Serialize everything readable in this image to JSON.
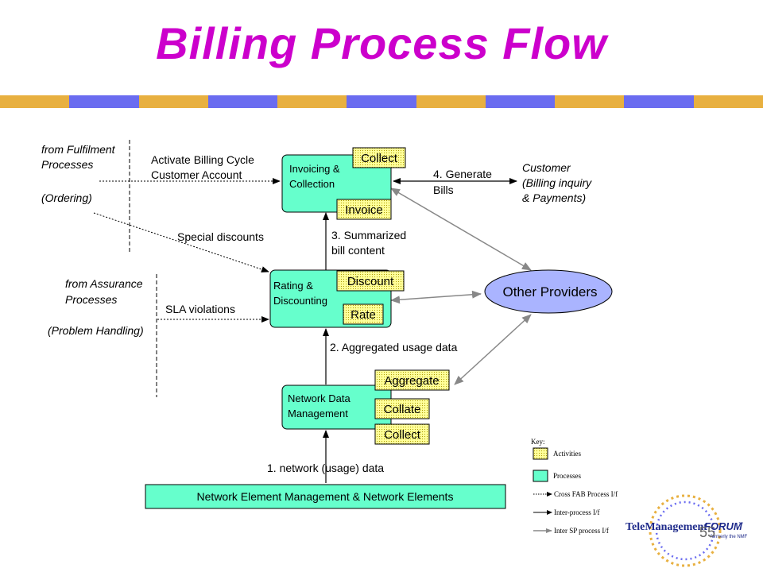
{
  "title": "Billing Process Flow",
  "colors": {
    "title": "#cc00cc",
    "process": "#66ffcc",
    "activity": "#ffff99",
    "provider": "#aab4ff",
    "stripe_gold": "#e8b040",
    "stripe_blue": "#6a6cf0"
  },
  "processes": {
    "invoicing": [
      "Invoicing &",
      "Collection"
    ],
    "rating": [
      "Rating &",
      "Discounting"
    ],
    "ndm": [
      "Network Data",
      "Management"
    ],
    "nem": "Network Element Management & Network Elements"
  },
  "activities": {
    "collect_top": "Collect",
    "invoice": "Invoice",
    "discount": "Discount",
    "rate": "Rate",
    "aggregate": "Aggregate",
    "collate": "Collate",
    "collect_bottom": "Collect"
  },
  "provider": "Other Providers",
  "sources": {
    "fulfilment": [
      "from Fulfilment",
      "Processes"
    ],
    "ordering": "(Ordering)",
    "assurance": [
      "from Assurance",
      "Processes"
    ],
    "problem": "(Problem Handling)",
    "customer": [
      "Customer",
      "(Billing inquiry",
      "& Payments)"
    ]
  },
  "flows": {
    "activate": [
      "Activate Billing Cycle",
      "Customer Account"
    ],
    "special": "Special discounts",
    "sla": "SLA violations",
    "generate": [
      "4. Generate",
      "Bills"
    ],
    "summarized": [
      "3. Summarized",
      "bill content"
    ],
    "aggregated": "2. Aggregated usage data",
    "network": "1. network (usage) data"
  },
  "key": {
    "title": "Key:",
    "activities": "Activities",
    "processes": "Processes",
    "cross": "Cross FAB Process I/f",
    "inter": "Inter-process I/f",
    "intersp": "Inter SP process I/f"
  },
  "logo": {
    "text_a": "TeleManagement",
    "text_b": "FORUM",
    "tm": "™",
    "tagline": "formerly the NMF"
  },
  "page_number": "55"
}
